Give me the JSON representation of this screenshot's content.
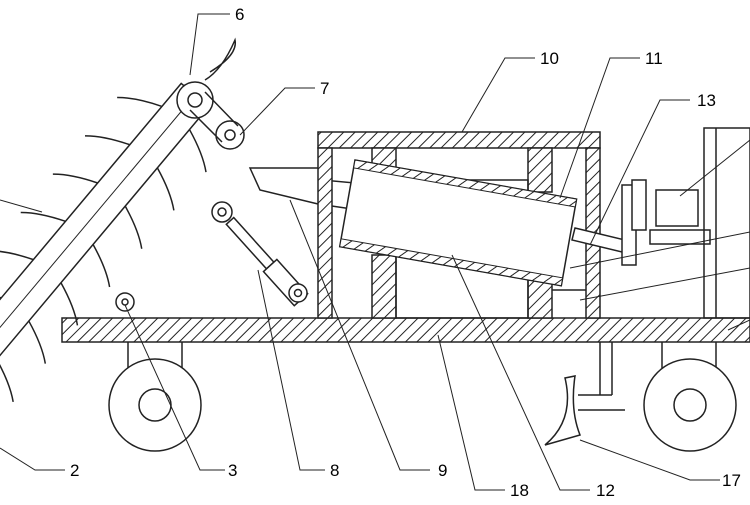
{
  "labels": {
    "l2": "2",
    "l3": "3",
    "l6": "6",
    "l7": "7",
    "l8": "8",
    "l9": "9",
    "l10": "10",
    "l11": "11",
    "l12": "12",
    "l13": "13",
    "l17": "17",
    "l18": "18"
  },
  "colors": {
    "line": "#222222",
    "background": "#ffffff"
  }
}
